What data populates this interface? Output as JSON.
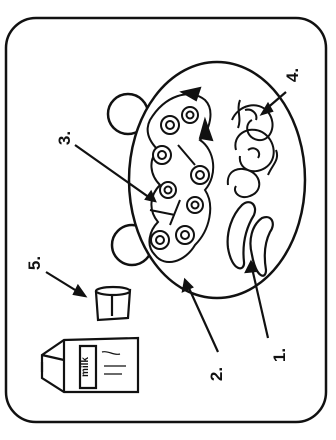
{
  "illustration": {
    "labels": [
      {
        "id": "sausage",
        "text": "1."
      },
      {
        "id": "plate",
        "text": "2."
      },
      {
        "id": "salad",
        "text": "3."
      },
      {
        "id": "pasta",
        "text": "4."
      },
      {
        "id": "cup",
        "text": "5."
      }
    ],
    "carton_text": "milk",
    "colors": {
      "ink": "#111111",
      "paper": "#ffffff",
      "shading": "#9a9a9a"
    }
  }
}
